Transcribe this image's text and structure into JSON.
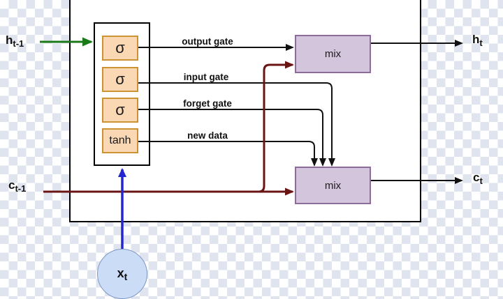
{
  "diagram": {
    "kind": "LSTM cell diagram",
    "units": [
      {
        "label": "σ"
      },
      {
        "label": "σ"
      },
      {
        "label": "σ"
      },
      {
        "label": "tanh"
      }
    ],
    "gate_labels": [
      "output gate",
      "input gate",
      "forget gate",
      "new data"
    ],
    "mix_nodes": [
      {
        "label": "mix"
      },
      {
        "label": "mix"
      }
    ],
    "io": {
      "h_prev": {
        "base": "h",
        "sub": "t-1"
      },
      "c_prev": {
        "base": "c",
        "sub": "t-1"
      },
      "h_out": {
        "base": "h",
        "sub": "t"
      },
      "c_out": {
        "base": "c",
        "sub": "t"
      },
      "x_in": {
        "base": "x",
        "sub": "t"
      }
    },
    "colors": {
      "unit_fill": "#fbd8b4",
      "unit_border": "#cd9234",
      "mix_fill": "#d3c5dc",
      "mix_border": "#8d6c9c",
      "hidden_state_arrow": "#1a7a1a",
      "cell_state_arrow": "#6b1414",
      "input_arrow": "#2525cf",
      "wire": "#111111",
      "checker_square": "#dfe4ee"
    }
  }
}
